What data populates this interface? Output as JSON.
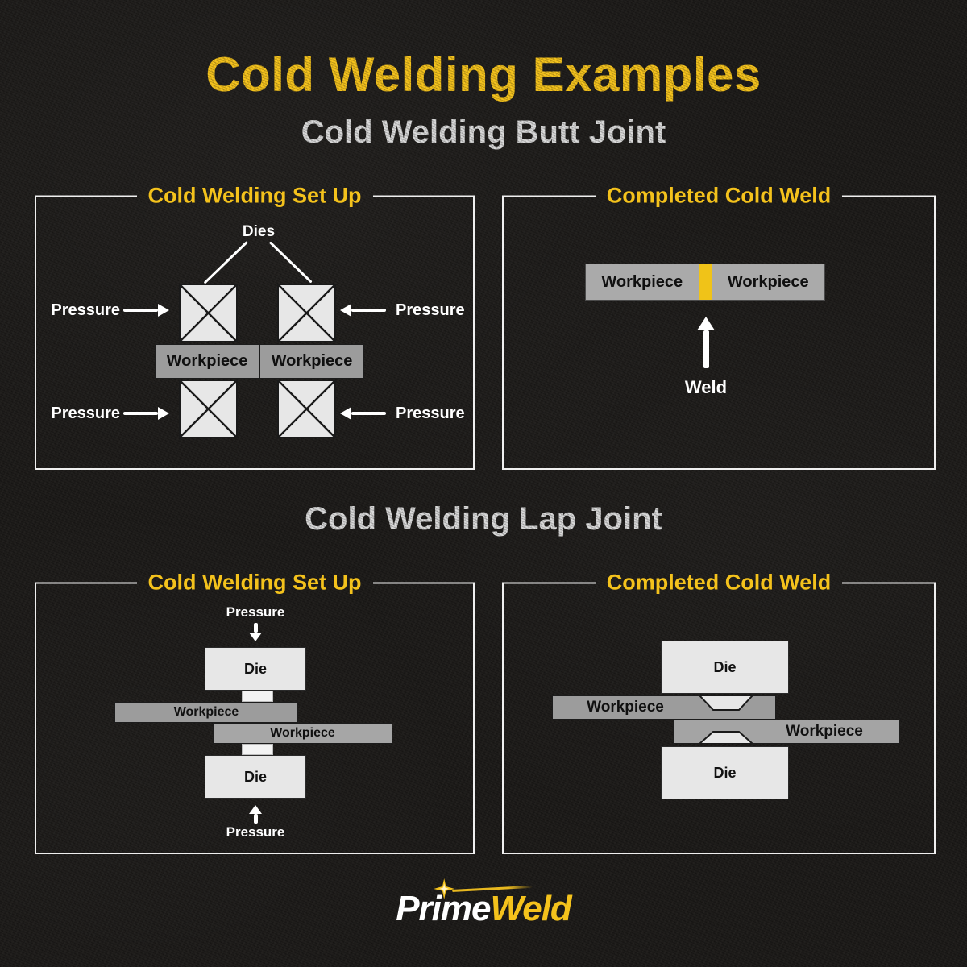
{
  "title": "Cold Welding Examples",
  "butt": {
    "subtitle": "Cold Welding Butt Joint",
    "setup": {
      "title": "Cold Welding Set Up",
      "dies_label": "Dies",
      "pressure_labels": [
        "Pressure",
        "Pressure",
        "Pressure",
        "Pressure"
      ],
      "workpieces": [
        "Workpiece",
        "Workpiece"
      ]
    },
    "completed": {
      "title": "Completed Cold Weld",
      "workpieces": [
        "Workpiece",
        "Workpiece"
      ],
      "weld_label": "Weld"
    }
  },
  "lap": {
    "subtitle": "Cold Welding Lap Joint",
    "setup": {
      "title": "Cold Welding Set Up",
      "pressure_labels": [
        "Pressure",
        "Pressure"
      ],
      "die_labels": [
        "Die",
        "Die"
      ],
      "workpieces": [
        "Workpiece",
        "Workpiece"
      ]
    },
    "completed": {
      "title": "Completed Cold Weld",
      "die_labels": [
        "Die",
        "Die"
      ],
      "workpieces": [
        "Workpiece",
        "Workpiece"
      ]
    }
  },
  "logo": {
    "prime": "Prime",
    "weld": "Weld"
  },
  "colors": {
    "background": "#1E1C1A",
    "accent_gold": "#F4C21C",
    "weld_strip": "#F0C318",
    "subtitle_gray": "#D9D9D9",
    "panel_border": "#EFEFEF",
    "die_fill": "#E7E7E7",
    "workpiece_fill": "#9C9C9C"
  }
}
